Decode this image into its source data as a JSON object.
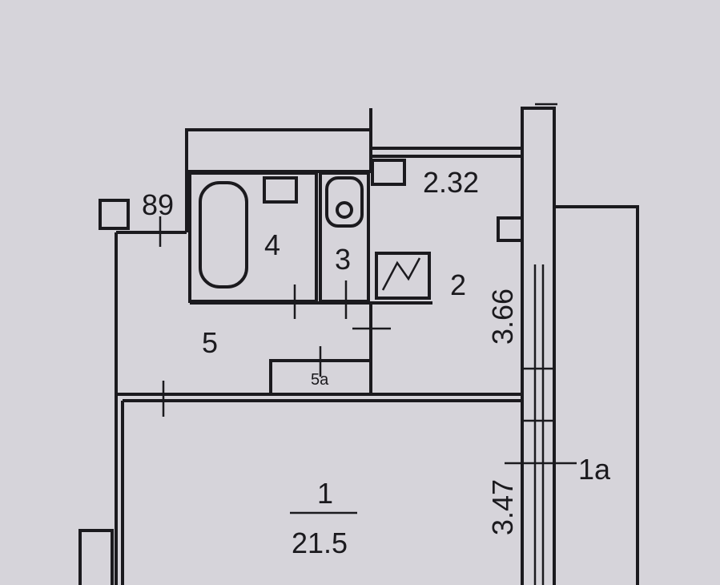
{
  "plan": {
    "rooms": {
      "r1": {
        "number": "1",
        "area": "21.5"
      },
      "r1a": {
        "number": "1a"
      },
      "r2": {
        "number": "2"
      },
      "r3": {
        "number": "3"
      },
      "r4": {
        "number": "4"
      },
      "r5": {
        "number": "5"
      },
      "r5a": {
        "number": "5a"
      }
    },
    "dimensions": {
      "top_left": "89",
      "kitchen_width": "2.32",
      "kitchen_length": "3.66",
      "room_length": "3.47"
    }
  }
}
